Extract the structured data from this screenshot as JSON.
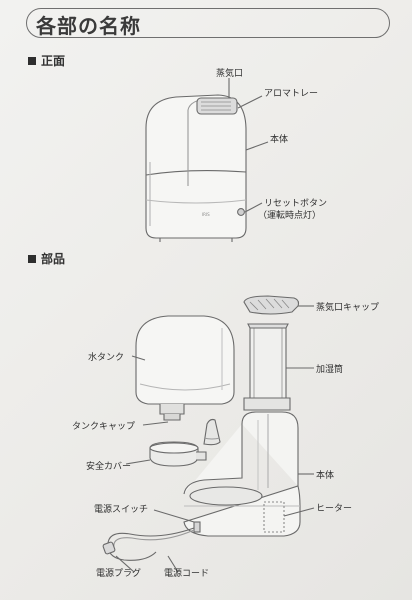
{
  "title": "各部の名称",
  "sections": {
    "front": "正面",
    "parts": "部品"
  },
  "front_labels": {
    "steam": "蒸気口",
    "aroma": "アロマトレー",
    "body": "本体",
    "reset": "リセットボタン",
    "reset_note": "（運転時点灯）"
  },
  "parts_labels": {
    "steam_cap": "蒸気口キャップ",
    "water_tank": "水タンク",
    "humidifier_tube": "加湿筒",
    "tank_cap": "タンクキャップ",
    "safety_cover": "安全カバー",
    "body": "本体",
    "power_switch": "電源スイッチ",
    "heater": "ヒーター",
    "power_plug": "電源プラグ",
    "power_cord": "電源コード"
  }
}
